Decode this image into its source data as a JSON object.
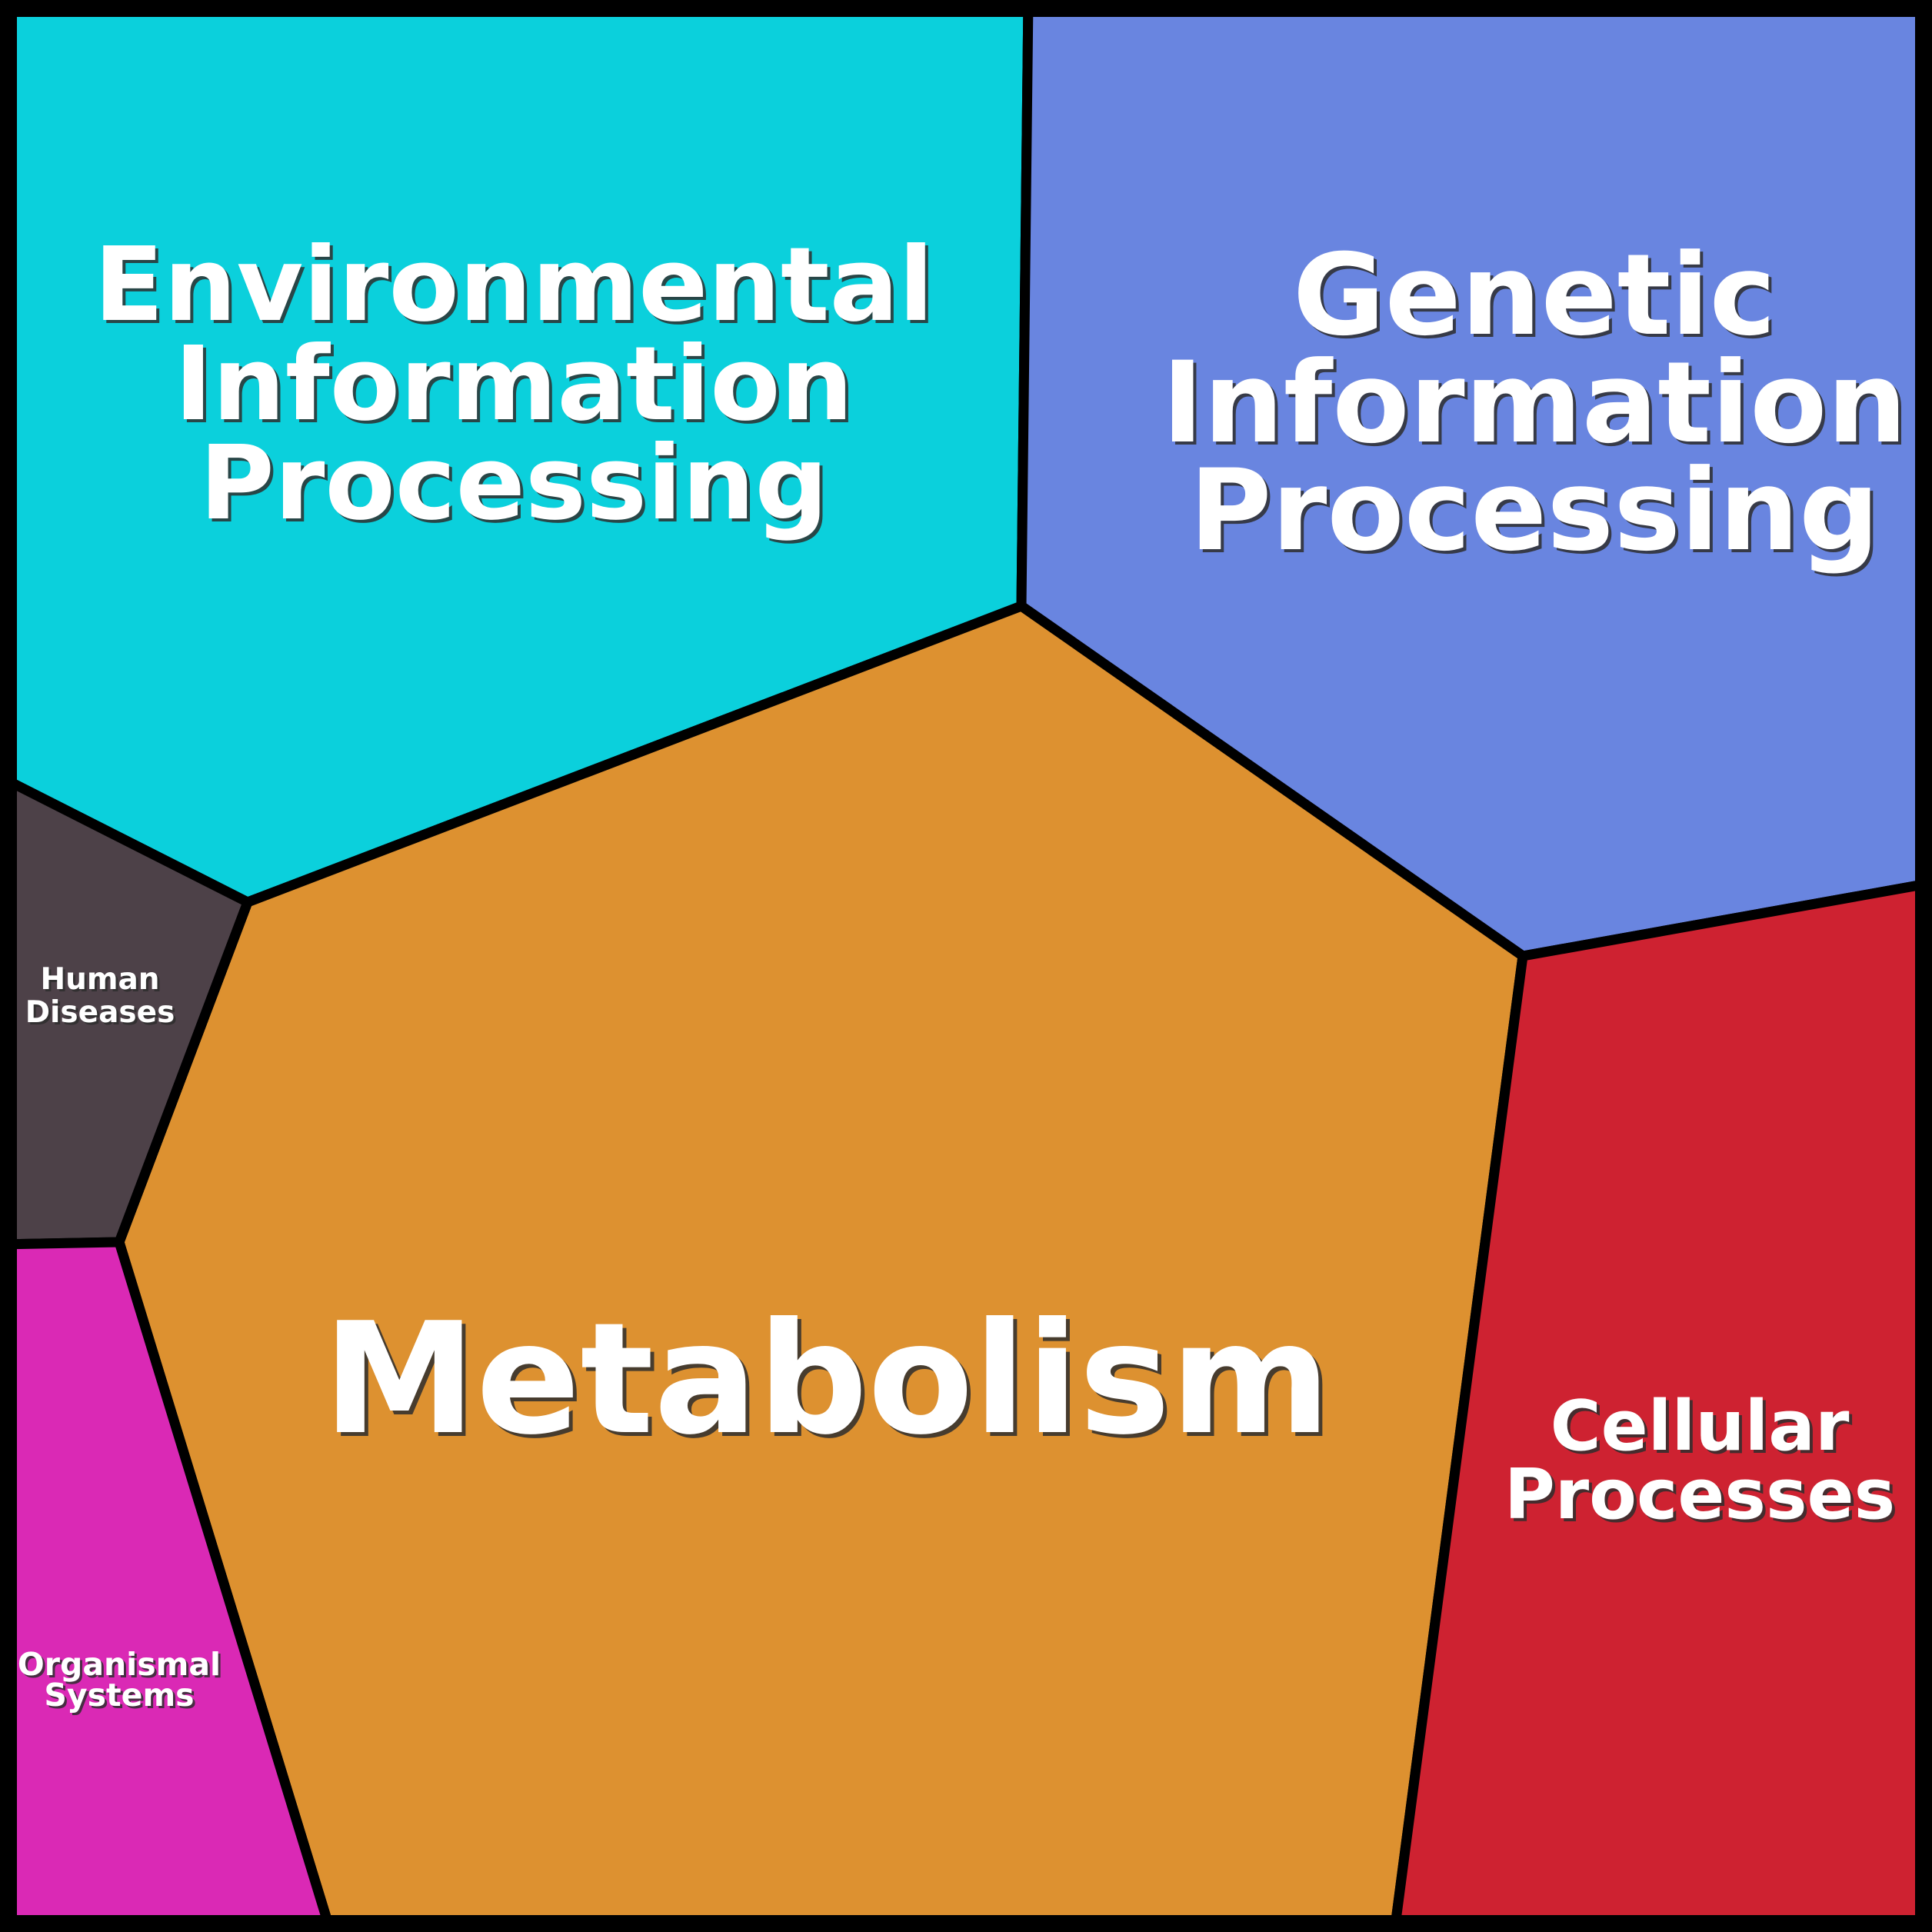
{
  "chart_data": {
    "type": "treemap",
    "subtype": "voronoi-treemap",
    "title": "",
    "categories": [
      "Metabolism",
      "Environmental Information Processing",
      "Genetic Information Processing",
      "Cellular Processes",
      "Organismal Systems",
      "Human Diseases"
    ],
    "values_area_percent": [
      39.2,
      21.3,
      20.5,
      12.8,
      4.2,
      2.1
    ],
    "colors": [
      "#DD9130",
      "#0BD0DC",
      "#6985E0",
      "#CE2231",
      "#DA29B5",
      "#4D4148"
    ],
    "legend": "none",
    "border_color": "#000000",
    "label_color": "#ffffff"
  },
  "regions": {
    "environmental": {
      "label": "Environmental Information Processing",
      "color": "#0BD0DC",
      "lines": {
        "l0": "Environmental",
        "l1": "Information",
        "l2": "Processing"
      }
    },
    "genetic": {
      "label": "Genetic Information Processing",
      "color": "#6985E0",
      "lines": {
        "l0": "Genetic",
        "l1": "Information",
        "l2": "Processing"
      }
    },
    "metabolism": {
      "label": "Metabolism",
      "color": "#DD9130",
      "lines": {
        "l0": "Metabolism"
      }
    },
    "cellular": {
      "label": "Cellular Processes",
      "color": "#CE2231",
      "lines": {
        "l0": "Cellular",
        "l1": "Processes"
      }
    },
    "human_diseases": {
      "label": "Human Diseases",
      "color": "#4D4148",
      "lines": {
        "l0": "Human",
        "l1": "Diseases"
      }
    },
    "organismal": {
      "label": "Organismal Systems",
      "color": "#DA29B5",
      "lines": {
        "l0": "Organismal",
        "l1": "Systems"
      }
    }
  },
  "frame": {
    "color": "#000000"
  }
}
